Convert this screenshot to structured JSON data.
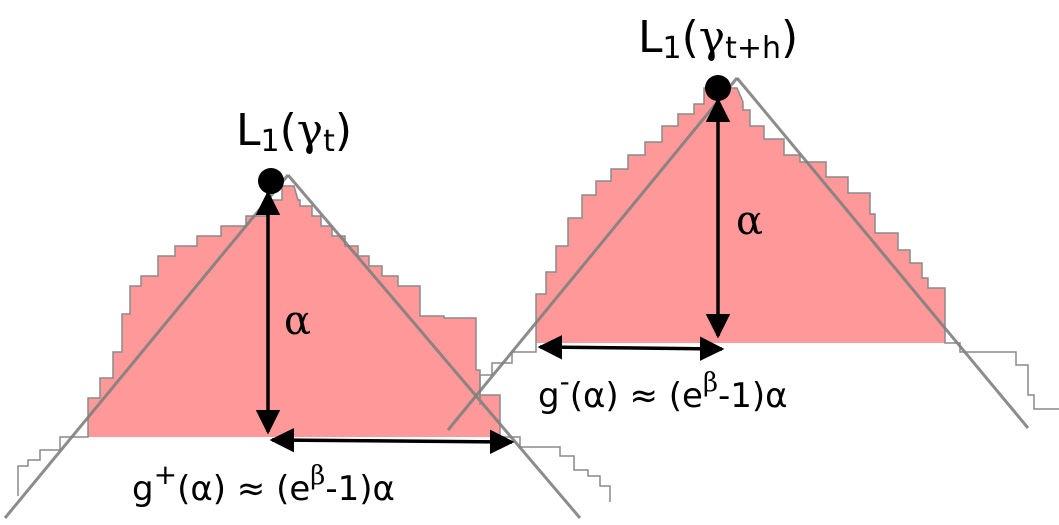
{
  "left_panel": {
    "peak_label": {
      "main": "L",
      "sub1": "1",
      "paren_open": "(",
      "gamma": "γ",
      "sub2": "t",
      "paren_close": ")"
    },
    "alpha_label": "α",
    "g_label": {
      "g": "g",
      "sign": "+",
      "arg": "(α) ≈ (e",
      "beta": "β",
      "tail": "-1)α"
    }
  },
  "right_panel": {
    "peak_label": {
      "main": "L",
      "sub1": "1",
      "paren_open": "(",
      "gamma": "γ",
      "sub2": "t+h",
      "paren_close": ")"
    },
    "alpha_label": "α",
    "g_label": {
      "g": "g",
      "sign": "-",
      "arg": "(α) ≈ (e",
      "beta": "β",
      "tail": "-1)α"
    }
  },
  "colors": {
    "fill": "#ff9999",
    "outline": "#8a8a8a",
    "cone": "#808080",
    "arrow": "#000000",
    "dot": "#000000"
  }
}
